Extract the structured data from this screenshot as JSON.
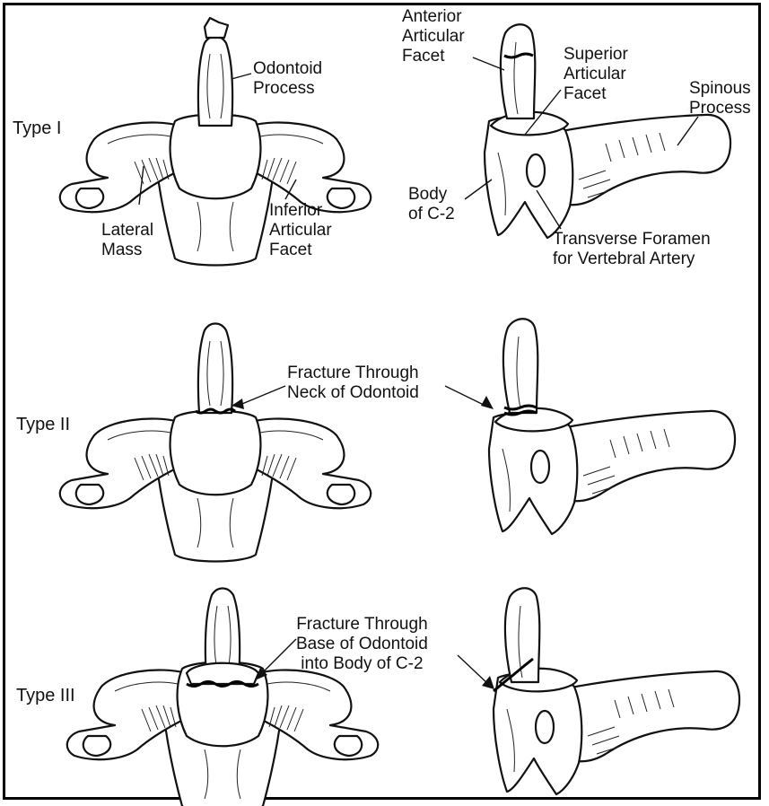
{
  "rows": [
    {
      "type_label": "Type I"
    },
    {
      "type_label": "Type II"
    },
    {
      "type_label": "Type III"
    }
  ],
  "labels": {
    "odontoid_process": [
      "Odontoid",
      "Process"
    ],
    "lateral_mass": [
      "Lateral",
      "Mass"
    ],
    "inferior_articular_facet": [
      "Inferior",
      "Articular",
      "Facet"
    ],
    "anterior_articular_facet": [
      "Anterior",
      "Articular",
      "Facet"
    ],
    "superior_articular_facet": [
      "Superior",
      "Articular",
      "Facet"
    ],
    "spinous_process": [
      "Spinous",
      "Process"
    ],
    "body_c2": [
      "Body",
      "of C-2"
    ],
    "transverse_foramen": [
      "Transverse Foramen",
      "for Vertebral Artery"
    ],
    "fracture_neck": [
      "Fracture Through",
      "Neck of Odontoid"
    ],
    "fracture_base": [
      "Fracture Through",
      "Base of Odontoid",
      "into Body of C-2"
    ]
  }
}
